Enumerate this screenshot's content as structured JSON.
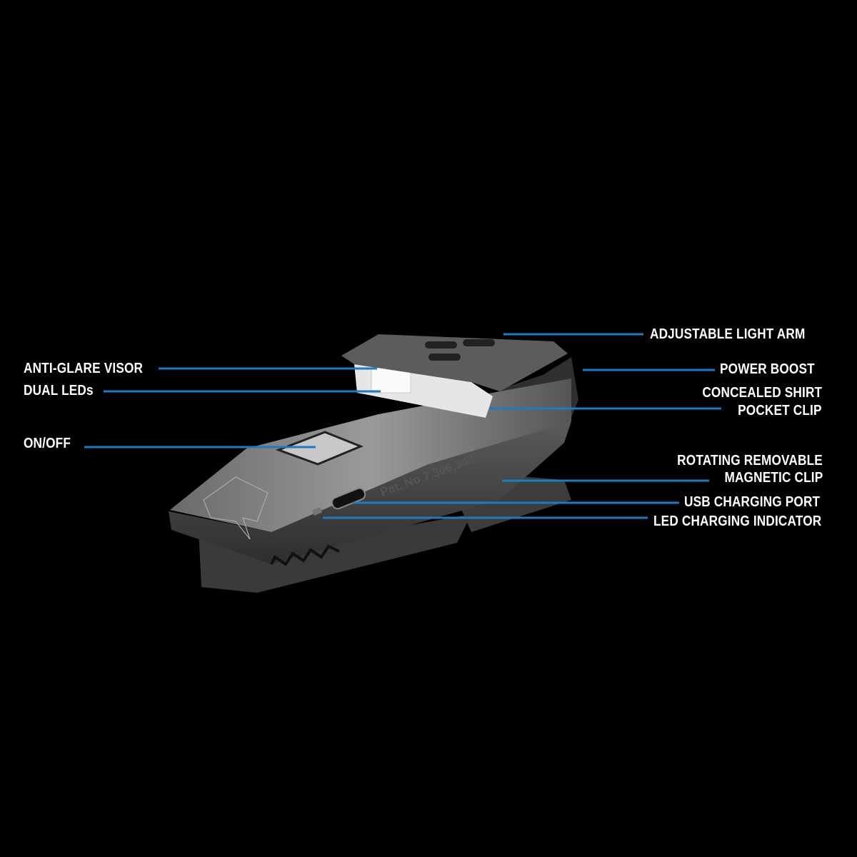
{
  "callouts": {
    "adjustable_light_arm": "ADJUSTABLE LIGHT ARM",
    "anti_glare_visor": "ANTI-GLARE VISOR",
    "dual_leds": "DUAL LEDs",
    "on_off": "ON/OFF",
    "power_boost": "POWER BOOST",
    "concealed_clip": [
      "CONCEALED SHIRT",
      "POCKET CLIP"
    ],
    "magnetic_clip": [
      "ROTATING REMOVABLE",
      "MAGNETIC CLIP"
    ],
    "usb_port": "USB CHARGING PORT",
    "led_indicator": "LED CHARGING INDICATOR"
  },
  "device": {
    "patent_text": "Pat. No 7,306,348",
    "logo_letter": "Q"
  },
  "colors": {
    "background": "#000000",
    "leader_line": "#1a7cc4",
    "label_text": "#ffffff"
  }
}
